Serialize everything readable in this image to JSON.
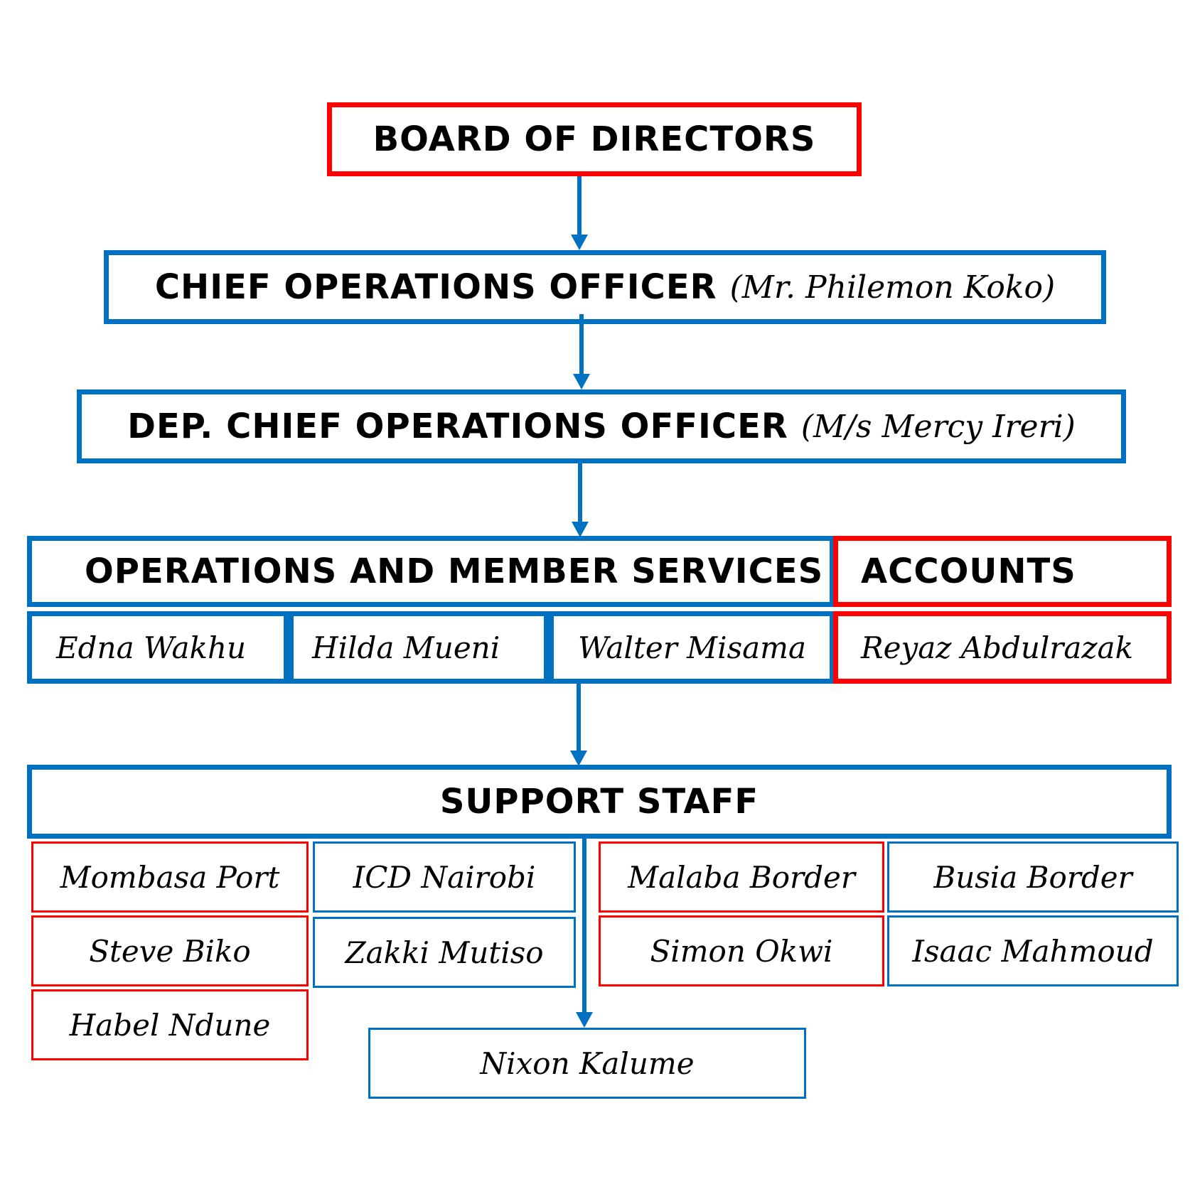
{
  "colors": {
    "blue": "#0070c0",
    "red": "#ff0000",
    "text": "#000000"
  },
  "board": {
    "title": "BOARD OF DIRECTORS"
  },
  "coo": {
    "title": "CHIEF OPERATIONS OFFICER",
    "name": "(Mr. Philemon Koko)"
  },
  "dcoo": {
    "title": "DEP. CHIEF OPERATIONS OFFICER",
    "name": "(M/s Mercy Ireri)"
  },
  "operations": {
    "title": "OPERATIONS AND MEMBER SERVICES",
    "staff": [
      "Edna Wakhu",
      "Hilda Mueni",
      "Walter Misama"
    ]
  },
  "accounts": {
    "title": "ACCOUNTS",
    "staff": [
      "Reyaz Abdulrazak"
    ]
  },
  "support": {
    "title": "SUPPORT STAFF",
    "columns": [
      {
        "label": "Mombasa Port",
        "color": "red",
        "staff": [
          "Steve Biko",
          "Habel Ndune"
        ]
      },
      {
        "label": "ICD Nairobi",
        "color": "blue",
        "staff": [
          "Zakki Mutiso"
        ]
      },
      {
        "label": "Malaba Border",
        "color": "red",
        "staff": [
          "Simon Okwi"
        ]
      },
      {
        "label": "Busia Border",
        "color": "blue",
        "staff": [
          "Isaac Mahmoud"
        ]
      }
    ],
    "bottom": "Nixon Kalume"
  }
}
